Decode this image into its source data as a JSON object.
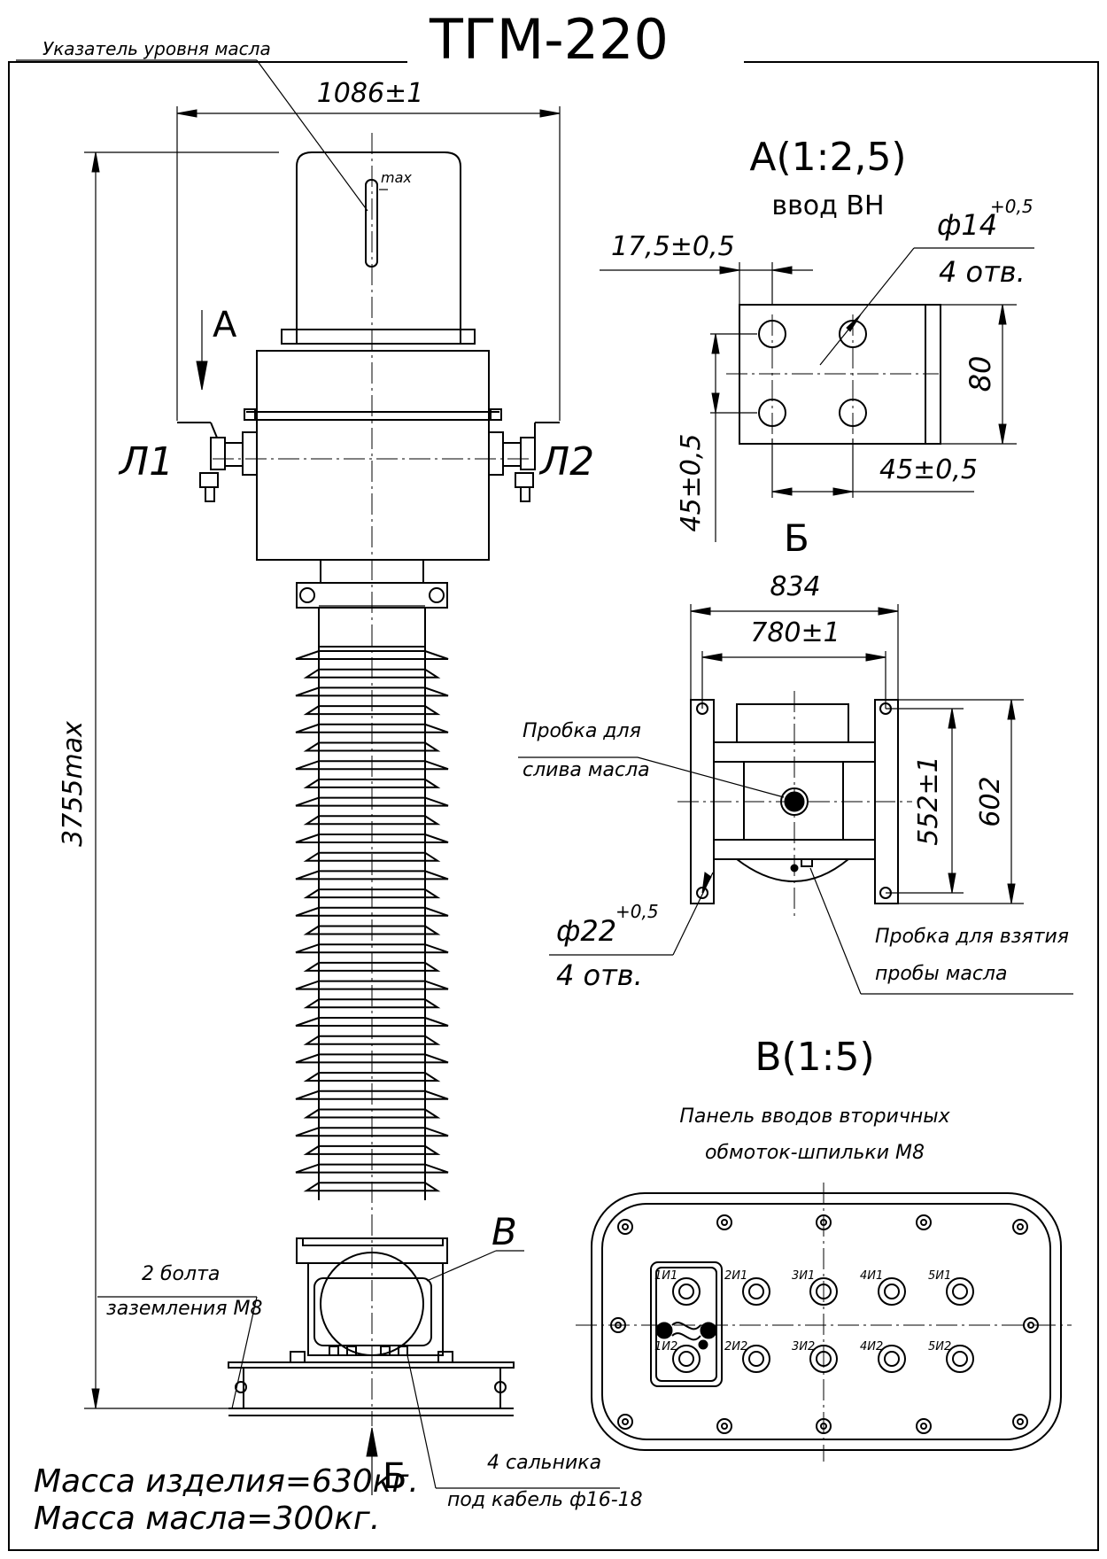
{
  "title": "ТГМ-220",
  "main_view": {
    "oil_indicator_label": "Указатель уровня масла",
    "width_dim": "1086±1",
    "height_dim": "3755max",
    "max_mark": "max",
    "view_a_marker": "А",
    "view_b_marker": "Б",
    "view_v_marker": "В",
    "terminal_l1": "Л1",
    "terminal_l2": "Л2",
    "ground_bolts_line1": "2 болта",
    "ground_bolts_line2": "заземления М8",
    "glands_line1": "4 сальника",
    "glands_line2": "под кабель ф16-18",
    "mass_product": "Масса изделия=630кг.",
    "mass_oil": "Масса масла=300кг."
  },
  "detail_a": {
    "title": "А(1:2,5)",
    "subtitle": "ввод ВН",
    "dim_offset": "17,5±0,5",
    "hole_dia": "ф14",
    "hole_tol": "+0,5",
    "hole_count": "4 отв.",
    "dim_height": "80",
    "dim_h_spacing": "45±0,5",
    "dim_v_spacing": "45±0,5"
  },
  "view_b": {
    "marker": "Б",
    "dim_outer": "834",
    "dim_inner": "780±1",
    "dim_h_inner": "552±1",
    "dim_h_outer": "602",
    "drain_plug_line1": "Пробка для",
    "drain_plug_line2": "слива масла",
    "hole_dia": "ф22",
    "hole_tol": "+0,5",
    "hole_count": "4 отв.",
    "sample_plug_line1": "Пробка для взятия",
    "sample_plug_line2": "пробы масла"
  },
  "detail_v": {
    "title": "В(1:5)",
    "caption_line1": "Панель вводов вторичных",
    "caption_line2": "обмоток-шпильки М8",
    "terminals_top": [
      "1И1",
      "2И1",
      "3И1",
      "4И1",
      "5И1"
    ],
    "terminals_bottom": [
      "1И2",
      "2И2",
      "3И2",
      "4И2",
      "5И2"
    ]
  }
}
